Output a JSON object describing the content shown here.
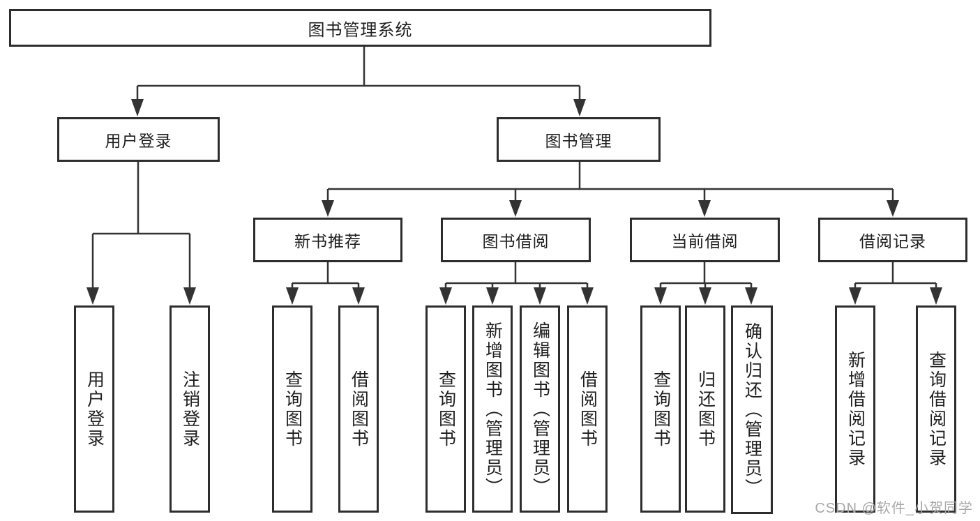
{
  "tree": {
    "label": "图书管理系统",
    "children": [
      {
        "label": "用户登录",
        "children": [
          {
            "label": "用户登录"
          },
          {
            "label": "注销登录"
          }
        ]
      },
      {
        "label": "图书管理",
        "children": [
          {
            "label": "新书推荐",
            "children": [
              {
                "label": "查询图书"
              },
              {
                "label": "借阅图书"
              }
            ]
          },
          {
            "label": "图书借阅",
            "children": [
              {
                "label": "查询图书"
              },
              {
                "label": "新增图书（管理员）"
              },
              {
                "label": "编辑图书（管理员）"
              },
              {
                "label": "借阅图书"
              }
            ]
          },
          {
            "label": "当前借阅",
            "children": [
              {
                "label": "查询图书"
              },
              {
                "label": "归还图书"
              },
              {
                "label": "确认归还（管理员）"
              }
            ]
          },
          {
            "label": "借阅记录",
            "children": [
              {
                "label": "新增借阅记录"
              },
              {
                "label": "查询借阅记录"
              }
            ]
          }
        ]
      }
    ]
  },
  "watermark": {
    "text": "CSDN @软件_小贺同学"
  },
  "colors": {
    "line": "#333333",
    "box_border": "#2d2d2d",
    "box_fill": "#ffffff",
    "text": "#1f1f1f",
    "watermark": "#a8a8a8"
  }
}
